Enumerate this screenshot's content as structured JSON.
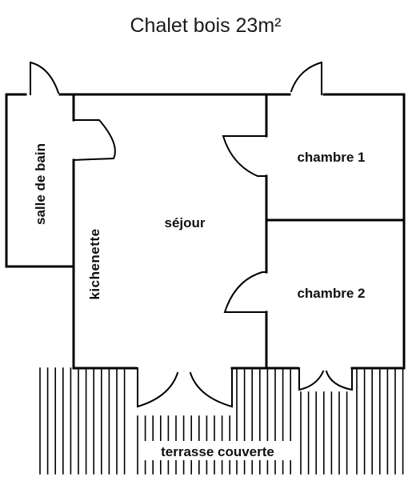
{
  "plan": {
    "title": "Chalet bois 23m²",
    "rooms": {
      "salle_de_bain": "salle  de  bain",
      "kichenette": "kichenette",
      "sejour": "séjour",
      "chambre_1": "chambre 1",
      "chambre_2": "chambre 2",
      "terrasse": "terrasse  couverte"
    },
    "colors": {
      "line": "#000000",
      "background": "#ffffff"
    }
  }
}
